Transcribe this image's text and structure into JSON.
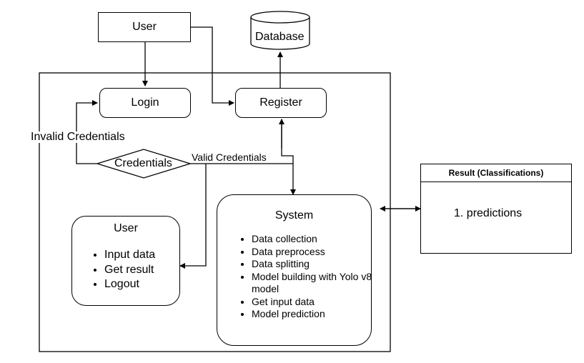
{
  "nodes": {
    "user_top": "User",
    "database": "Database",
    "login": "Login",
    "register": "Register",
    "credentials": "Credentials"
  },
  "edge_labels": {
    "invalid": "Invalid Credentials",
    "valid": "Valid Credentials"
  },
  "system": {
    "title": "System",
    "items": [
      "Data collection",
      "Data preprocess",
      "Data splitting",
      "Model building with Yolo v8 model",
      "Get input data",
      "Model prediction"
    ]
  },
  "user_panel": {
    "title": "User",
    "items": [
      "Input data",
      "Get result",
      "Logout"
    ]
  },
  "result": {
    "title": "Result (Classifications)",
    "items": [
      "1. predictions"
    ]
  }
}
